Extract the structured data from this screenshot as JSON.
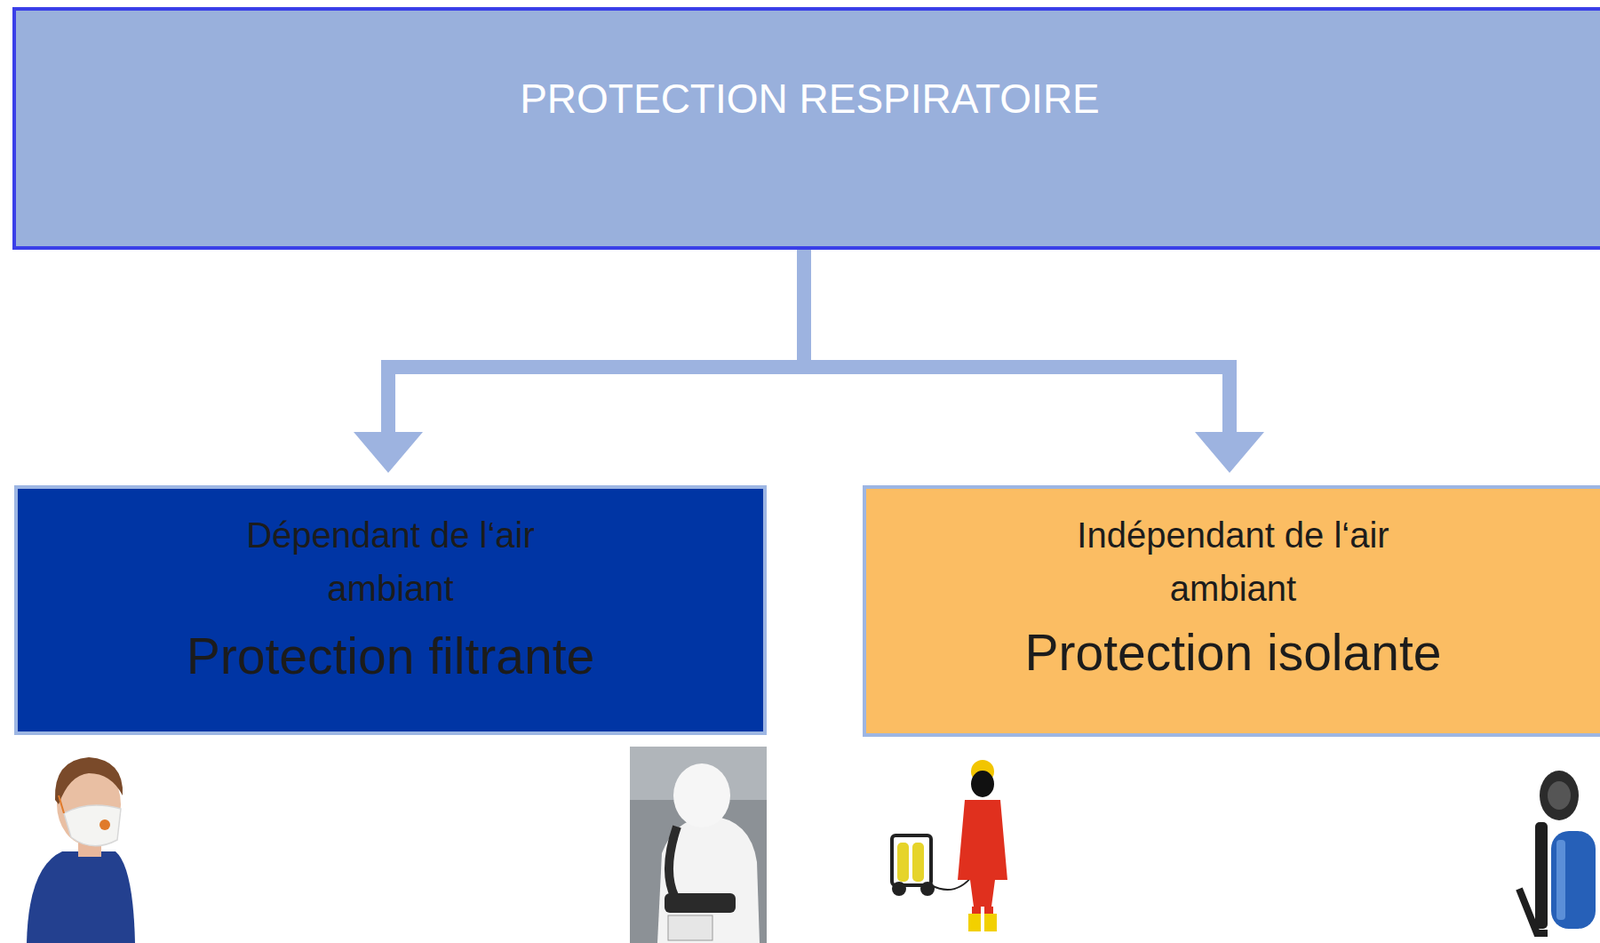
{
  "diagram": {
    "nodes": [
      {
        "text": [
          "PROTECTION RESPIRATOIRE"
        ]
      },
      {
        "text": [
          "Dépendant de l‘air ambiant",
          "Protection filtrante"
        ]
      },
      {
        "text": [
          "Indépendant de l‘air ambiant",
          "Protection isolante"
        ]
      }
    ],
    "edges": [
      {
        "from": 0,
        "to": 1,
        "arrow": "to"
      },
      {
        "from": 0,
        "to": 2,
        "arrow": "to"
      }
    ]
  }
}
